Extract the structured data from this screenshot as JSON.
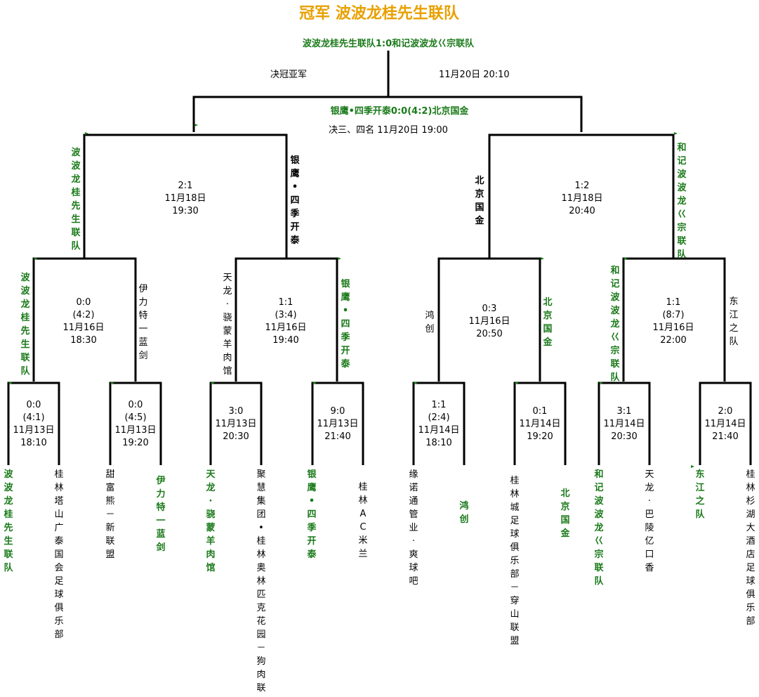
{
  "header": {
    "title": "冠军 波波龙桂先生联队",
    "final_line": "波波龙桂先生联队1:0和记波波龙巜宗联队",
    "final_round": "决冠亚军",
    "final_time": "11月20日 20:10",
    "third_line": "银鹰•四季开泰0:0(4:2)北京国金",
    "third_info": "决三、四名 11月20日 19:00"
  },
  "colors": {
    "winner": "#1a7a1a",
    "title": "#e8a000",
    "line": "#000000"
  },
  "semi": [
    {
      "score": "2:1",
      "date": "11月18日",
      "time": "19:30",
      "left": "波波龙桂先生联队",
      "right": "银鹰•四季开泰"
    },
    {
      "score": "1:2",
      "date": "11月18日",
      "time": "20:40",
      "left": "北京国金",
      "right": "和记波波龙巜宗联队"
    }
  ],
  "quarter": [
    {
      "score": "0:0",
      "pen": "(4:2)",
      "date": "11月16日",
      "time": "18:30",
      "left": "波波龙桂先生联队",
      "right": "伊力特一蓝剑"
    },
    {
      "score": "1:1",
      "pen": "(3:4)",
      "date": "11月16日",
      "time": "19:40",
      "left": "天龙·骁蒙羊肉馆",
      "right": "银鹰•四季开泰"
    },
    {
      "score": "0:3",
      "pen": "",
      "date": "11月16日",
      "time": "20:50",
      "left": "鸿创",
      "right": "北京国金"
    },
    {
      "score": "1:1",
      "pen": "(8:7)",
      "date": "11月16日",
      "time": "22:00",
      "left": "和记波波龙巜宗联队",
      "right": "东江之队"
    }
  ],
  "r16": [
    {
      "score": "0:0",
      "pen": "(4:1)",
      "date": "11月13日",
      "time": "18:10",
      "left": "波波龙桂先生联队",
      "right": "桂林塔山广泰国会足球俱乐部"
    },
    {
      "score": "0:0",
      "pen": "(4:5)",
      "date": "11月13日",
      "time": "19:20",
      "left": "甜富熊－新联盟",
      "right": "伊力特一蓝剑"
    },
    {
      "score": "3:0",
      "pen": "",
      "date": "11月13日",
      "time": "20:30",
      "left": "天龙·骁蒙羊肉馆",
      "right": "聚慧集团•桂林奥林匹克花园－狗肉联"
    },
    {
      "score": "9:0",
      "pen": "",
      "date": "11月13日",
      "time": "21:40",
      "left": "银鹰•四季开泰",
      "right": "桂林AC米兰"
    },
    {
      "score": "1:1",
      "pen": "(2:4)",
      "date": "11月14日",
      "time": "18:10",
      "left": "缘诺通管业·爽球吧",
      "right": "鸿创"
    },
    {
      "score": "0:1",
      "pen": "",
      "date": "11月14日",
      "time": "19:20",
      "left": "桂林城足球俱乐部－穿山联盟",
      "right": "北京国金"
    },
    {
      "score": "3:1",
      "pen": "",
      "date": "11月14日",
      "time": "20:30",
      "left": "和记波波龙巜宗联队",
      "right": "天龙·巴陵亿口香"
    },
    {
      "score": "2:0",
      "pen": "",
      "date": "11月14日",
      "time": "21:40",
      "left": "东江之队",
      "right": "桂林杉湖大酒店足球俱乐部"
    }
  ]
}
